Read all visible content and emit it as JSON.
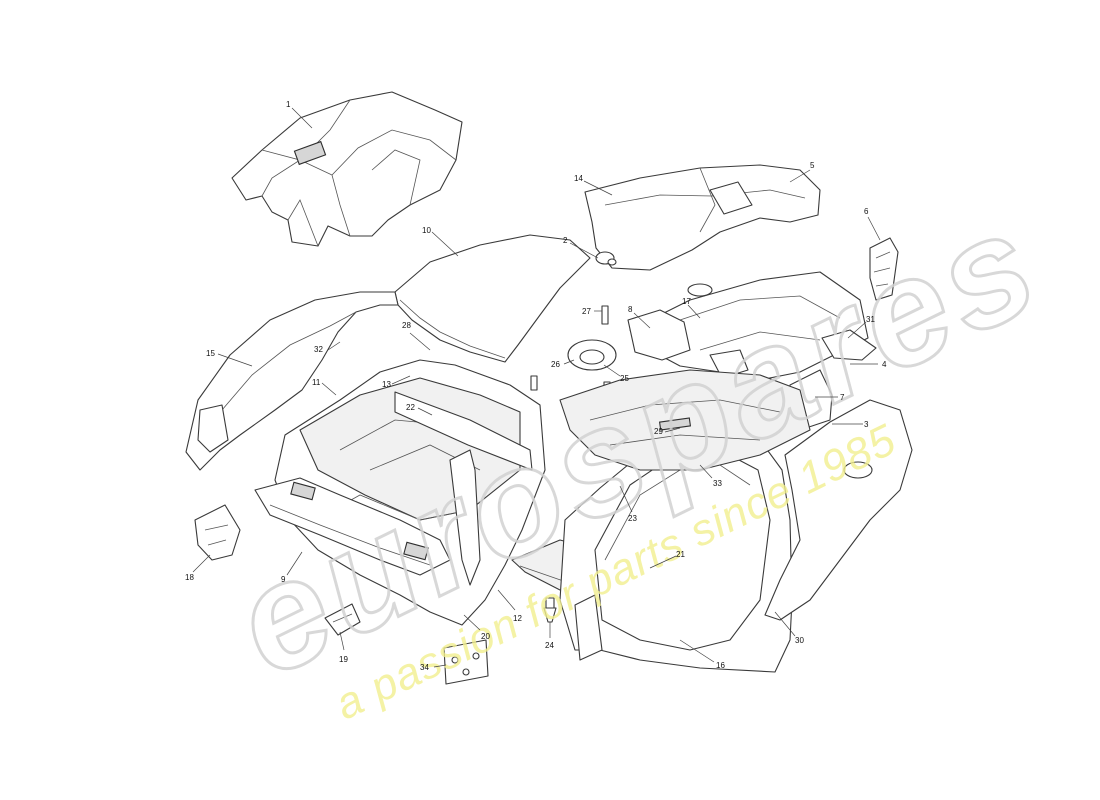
{
  "watermark": {
    "brand": "eurospares",
    "tagline": "a passion for parts since 1985",
    "tagline_color": "#f2ef8f",
    "brand_color": "#d2d2d2"
  },
  "diagram": {
    "callouts": [
      "1",
      "2",
      "3",
      "4",
      "5",
      "6",
      "7",
      "8",
      "9",
      "10",
      "11",
      "12",
      "13",
      "14",
      "15",
      "16",
      "17",
      "18",
      "19",
      "20",
      "21",
      "22",
      "23",
      "24",
      "25",
      "26",
      "27",
      "28",
      "29",
      "30",
      "31",
      "32",
      "33",
      "34"
    ]
  }
}
